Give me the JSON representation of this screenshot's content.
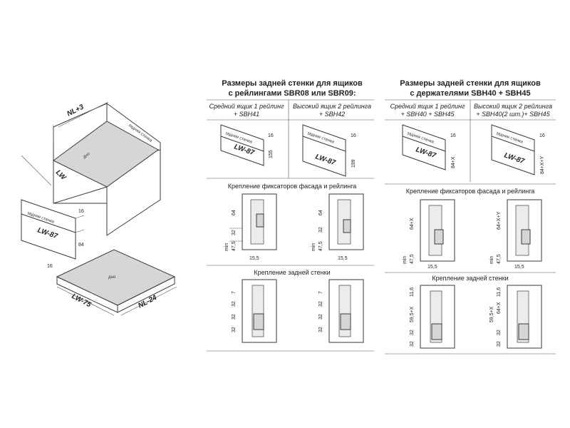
{
  "drawing": {
    "box": {
      "nl3": "NL+3",
      "lw": "LW",
      "back_label": "задняя стенка",
      "bottom_label": "дно"
    },
    "panel": {
      "label": "задняя стенка",
      "lw87": "LW-87",
      "d16": "16",
      "d84": "84"
    },
    "bottom": {
      "label": "дно",
      "d16": "16",
      "lw75": "LW-75",
      "nl24": "NL-24"
    },
    "col1": {
      "title1": "Размеры задней стенки для ящиков",
      "title2": "с рейлингами SBR08 или SBR09:",
      "sub_left_1": "Средний ящик 1 рейлинг",
      "sub_left_2": "+ SBH41",
      "sub_right_1": "Высокий ящик 2 рейлинга",
      "sub_right_2": "+ SBH42",
      "panel_label": "задняя стенка",
      "lw87": "LW-87",
      "d16": "16",
      "h155": "155",
      "h199": "199",
      "section_mount": "Крепление фиксаторов фасада и рейлинга",
      "section_back": "Крепление задней стенки",
      "d64": "64",
      "d32": "32",
      "d47_5": "47,5",
      "dmin": "min",
      "d15_5": "15,5",
      "d7": "7"
    },
    "col2": {
      "title1": "Размеры задней стенки для ящиков",
      "title2": "с держателями SBH40 + SBH45",
      "sub_left_1": "Средний ящик 1 рейлинг",
      "sub_left_2": "+ SBH40 + SBH45",
      "sub_right_1": "Высокий ящик 2 рейлинга",
      "sub_right_2": "+ SBH40(2 шт.)+ SBH45",
      "panel_label": "задняя стенка",
      "lw87": "LW-87",
      "d16": "16",
      "h84x": "84+X",
      "h84xy": "84+X+Y",
      "section_mount": "Крепление фиксаторов фасада и рейлинга",
      "section_back": "Крепление задней стенки",
      "d64x": "64+X",
      "d64xy": "64+X+Y",
      "d32": "32",
      "d47_5": "47,5",
      "dmin": "min",
      "d15_5": "15,5",
      "d11_6": "11,6",
      "d59_5x": "59,5+X",
      "d64x2": "64+X"
    }
  }
}
